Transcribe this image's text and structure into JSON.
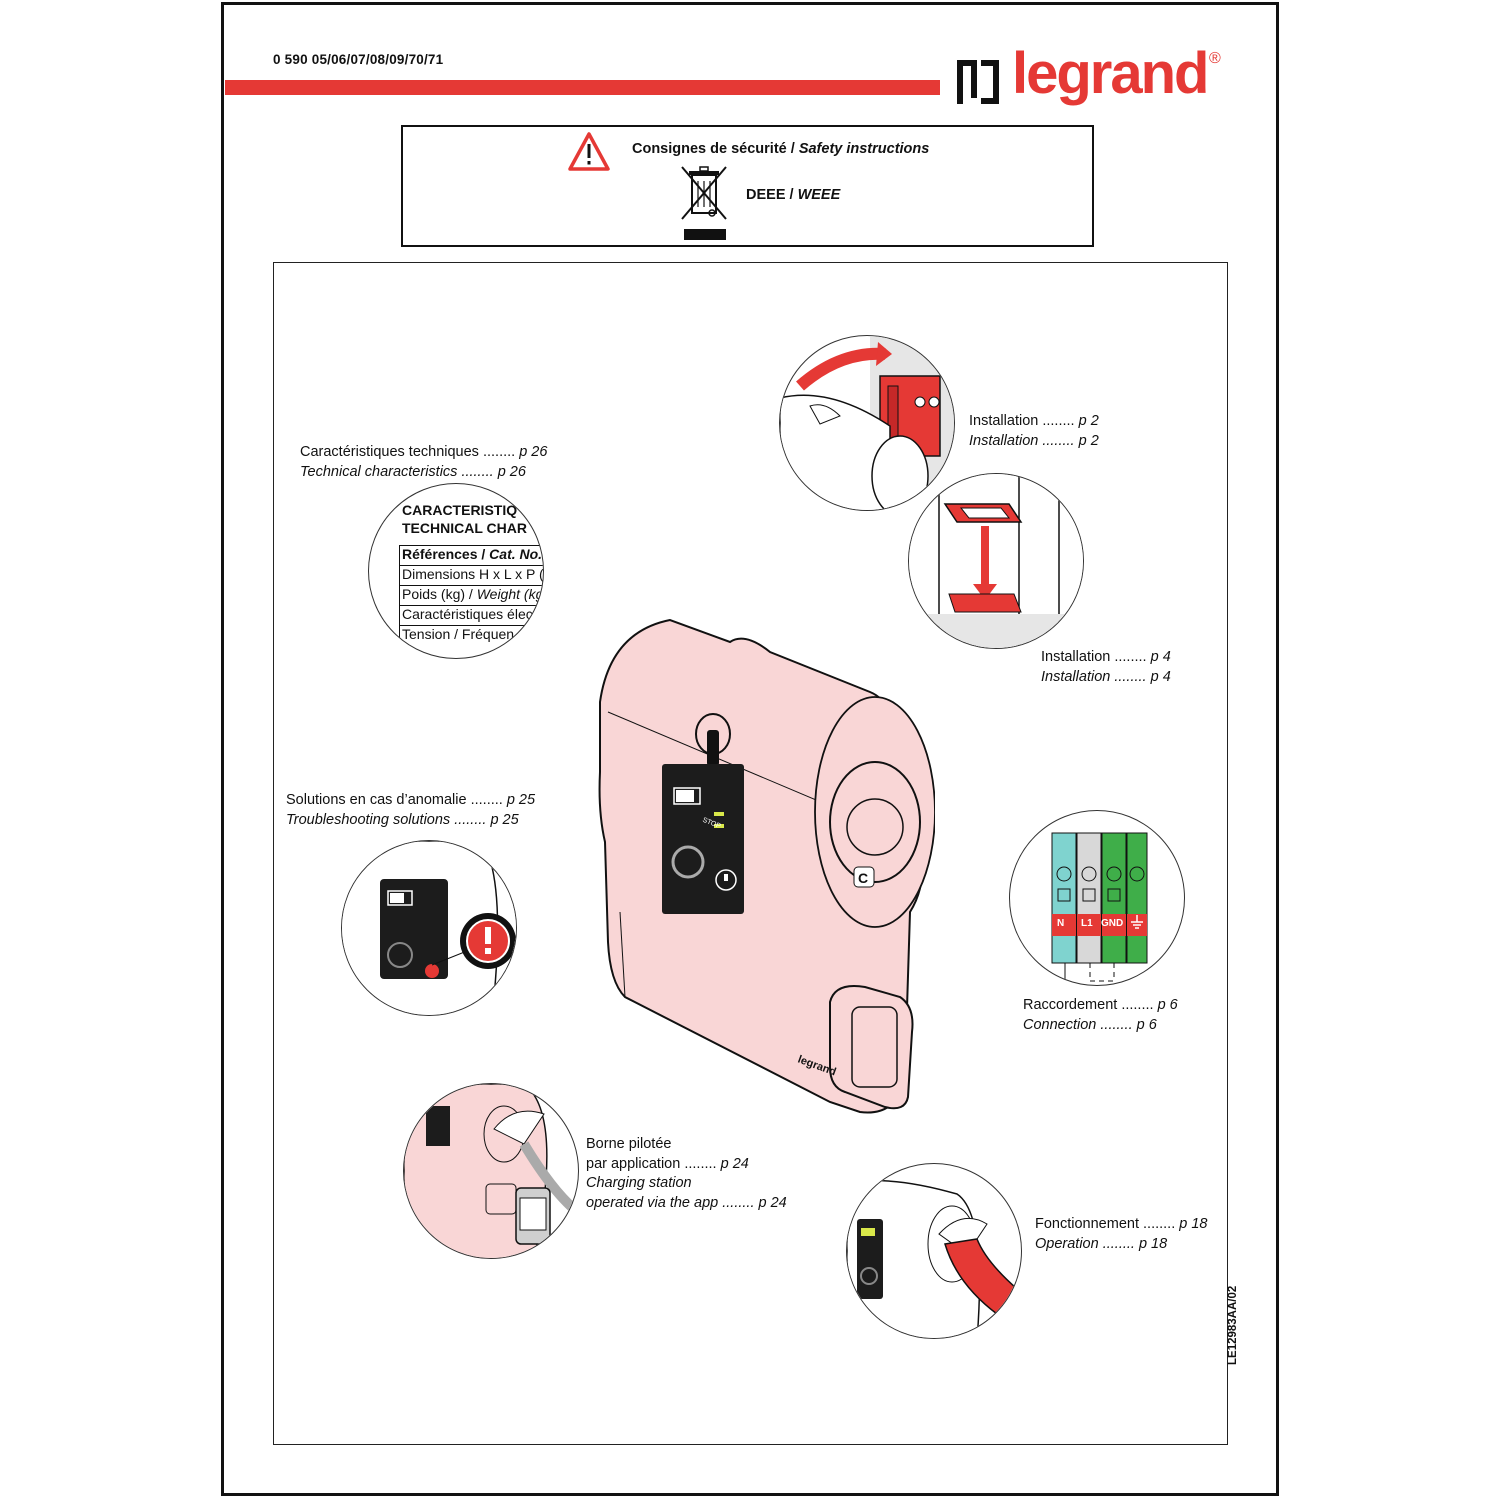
{
  "header": {
    "reference": "0 590 05/06/07/08/09/70/71",
    "brand": "legrand",
    "registered": "®"
  },
  "safety": {
    "title_fr": "Consignes de sécurité / ",
    "title_en": "Safety instructions",
    "weee_fr": "DEEE / ",
    "weee_en": "WEEE",
    "icons": [
      "warning-triangle-icon",
      "crossed-out-bin-icon"
    ]
  },
  "sections": {
    "technical": {
      "fr": "Caractéristiques techniques ........ ",
      "fr_page": "p 26",
      "en": "Technical characteristics ........ p 26"
    },
    "installation1": {
      "fr": "Installation ........ ",
      "fr_page": "p 2",
      "en": "Installation ........ p 2"
    },
    "installation2": {
      "fr": "Installation ........ ",
      "fr_page": "p 4",
      "en": "Installation ........ p 4"
    },
    "troubleshooting": {
      "fr": "Solutions en cas d’anomalie ........ ",
      "fr_page": "p 25",
      "en": "Troubleshooting solutions ........ p 25"
    },
    "connection": {
      "fr": "Raccordement ........ ",
      "fr_page": "p 6",
      "en": "Connection ........ p 6"
    },
    "app": {
      "fr1": "Borne pilotée",
      "fr2": "par application ........ ",
      "fr_page": "p 24",
      "en1": "Charging station",
      "en2": "operated via the app ........ p 24"
    },
    "operation": {
      "fr": "Fonctionnement ........ ",
      "fr_page": "p 18",
      "en": "Operation ........ p 18"
    }
  },
  "specs_excerpt": {
    "title1": "CARACTERISTIQ",
    "title2": "TECHNICAL CHAR",
    "row1_fr": "Références / ",
    "row1_en": "Cat. No.",
    "row2": "Dimensions H x L x P (",
    "row3_fr": "Poids (kg) / ",
    "row3_en": "Weight (kg",
    "row4": "Caractéristiques élec",
    "row5": "Tension / Fréquen"
  },
  "terminals": {
    "n": "N",
    "l1": "L1",
    "gnd": "GND"
  },
  "product_labels": {
    "stop": "STOP",
    "brand_small": "legrand"
  },
  "document_code": "LE12983AA/02",
  "colors": {
    "brand_red": "#e53935",
    "housing_pink": "#f9d6d6",
    "terminal_blue": "#7fd3cf",
    "terminal_green": "#3fae49"
  }
}
